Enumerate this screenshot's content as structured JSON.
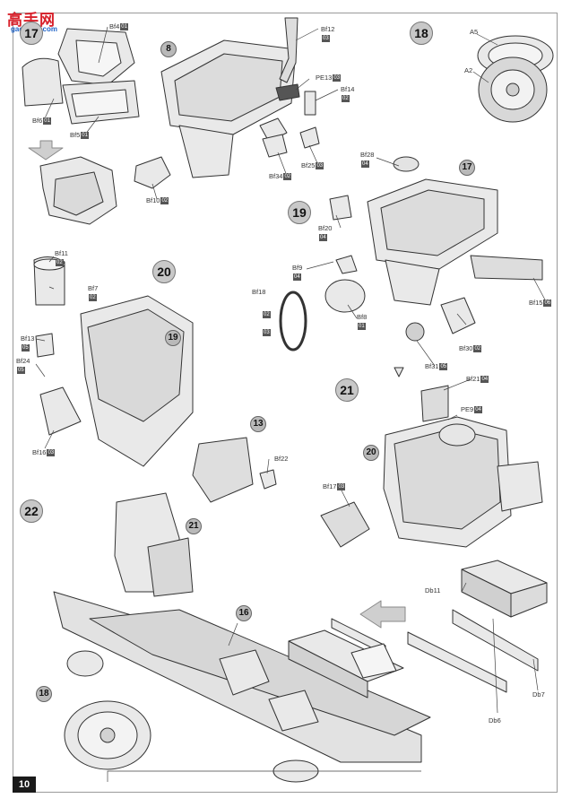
{
  "watermark": {
    "text": "高手网",
    "url": "gaoshou.com"
  },
  "page_number": "10",
  "steps": [
    {
      "id": "s17",
      "label": "17"
    },
    {
      "id": "s18",
      "label": "18"
    },
    {
      "id": "s19",
      "label": "19"
    },
    {
      "id": "s20",
      "label": "20"
    },
    {
      "id": "s21",
      "label": "21"
    },
    {
      "id": "s22",
      "label": "22"
    }
  ],
  "sub_refs": [
    "8",
    "17",
    "19",
    "13",
    "20",
    "21",
    "16",
    "18"
  ],
  "parts": {
    "bf4": {
      "name": "Bf4",
      "num": "01"
    },
    "bf6": {
      "name": "Bf6",
      "num": "01"
    },
    "bf5": {
      "name": "Bf5",
      "num": "01"
    },
    "bf10": {
      "name": "Bf10",
      "num": "02"
    },
    "bf12": {
      "name": "Bf12",
      "num": "03"
    },
    "pe13": {
      "name": "PE13",
      "num": "03"
    },
    "bf14": {
      "name": "Bf14",
      "num": "02"
    },
    "bf34": {
      "name": "Bf34",
      "num": "02"
    },
    "bf25": {
      "name": "Bf25",
      "num": "03"
    },
    "a5": {
      "name": "A5",
      "num": ""
    },
    "a2": {
      "name": "A2",
      "num": ""
    },
    "bf28": {
      "name": "Bf28",
      "num": "04"
    },
    "bf20": {
      "name": "Bf20",
      "num": "04"
    },
    "bf9": {
      "name": "Bf9",
      "num": "04"
    },
    "bf18": {
      "name": "Bf18",
      "num": ""
    },
    "t02a": {
      "name": "",
      "num": "02"
    },
    "t03a": {
      "name": "",
      "num": "03"
    },
    "bf8": {
      "name": "Bf8",
      "num": "01"
    },
    "bf15": {
      "name": "Bf15",
      "num": "06"
    },
    "bf30": {
      "name": "Bf30",
      "num": "02"
    },
    "bf31": {
      "name": "Bf31",
      "num": "05"
    },
    "bf11": {
      "name": "Bf11",
      "num": "02"
    },
    "bf7": {
      "name": "Bf7",
      "num": "02"
    },
    "bf13": {
      "name": "Bf13",
      "num": "05"
    },
    "bf24": {
      "name": "Bf24",
      "num": "05"
    },
    "bf16": {
      "name": "Bf16",
      "num": "03"
    },
    "bf22": {
      "name": "Bf22",
      "num": ""
    },
    "bf21": {
      "name": "Bf21",
      "num": "04"
    },
    "pe9": {
      "name": "PE9",
      "num": "04"
    },
    "bf17": {
      "name": "Bf17",
      "num": "03"
    },
    "db11": {
      "name": "Db11",
      "num": ""
    },
    "db7": {
      "name": "Db7",
      "num": ""
    },
    "db6": {
      "name": "Db6",
      "num": ""
    }
  }
}
